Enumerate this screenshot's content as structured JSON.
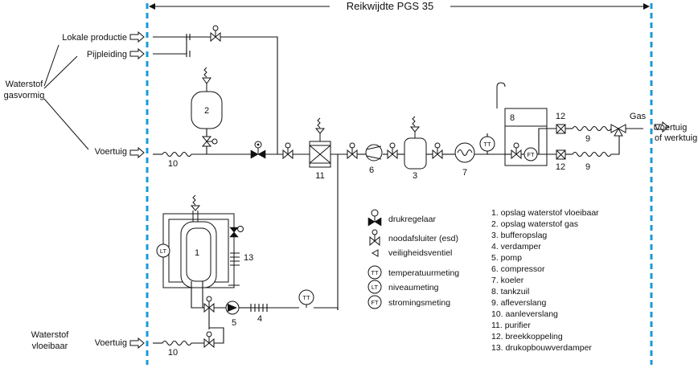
{
  "scope_label": "Reikwijdte PGS 35",
  "sources": {
    "lokale_productie": "Lokale productie",
    "pijpleiding": "Pijpleiding",
    "gas_group": "Waterstof gasvormig",
    "gas_vehicle": "Voertuig",
    "liquid_group": "Waterstof vloeibaar",
    "liquid_vehicle": "Voertuig"
  },
  "outlet": {
    "gas": "Gas",
    "destination": "Voertuig of werktuig"
  },
  "component_numbers": {
    "n1": "1",
    "n2": "2",
    "n3": "3",
    "n4": "4",
    "n5": "5",
    "n6": "6",
    "n7": "7",
    "n8": "8",
    "n9a": "9",
    "n9b": "9",
    "n10a": "10",
    "n10b": "10",
    "n11": "11",
    "n12a": "12",
    "n12b": "12",
    "n13": "13"
  },
  "instrument_tags": {
    "tt_main": "TT",
    "tt_bottom": "TT",
    "lt_tank": "LT",
    "ft_flow": "FT"
  },
  "symbol_legend": [
    {
      "tag": "",
      "label": "drukregelaar"
    },
    {
      "tag": "",
      "label": "noodafsluiter (esd)"
    },
    {
      "tag": "",
      "label": "veiligheidsventiel"
    },
    {
      "tag": "TT",
      "label": "temperatuurmeting"
    },
    {
      "tag": "LT",
      "label": "niveaumeting"
    },
    {
      "tag": "FT",
      "label": "stromingsmeting"
    }
  ],
  "component_legend": [
    "1.  opslag waterstof vloeibaar",
    "2.  opslag waterstof gas",
    "3.  bufferopslag",
    "4.  verdamper",
    "5.  pomp",
    "6.  compressor",
    "7.  koeler",
    "8.  tankzuil",
    "9.  afleverslang",
    "10. aanleverslang",
    "11. purifier",
    "12. breekkoppeling",
    "13. drukopbouwverdamper"
  ],
  "colors": {
    "boundary": "#1a9ad6",
    "line": "#111111"
  }
}
